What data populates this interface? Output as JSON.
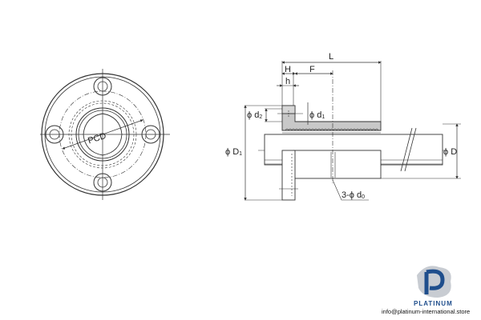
{
  "diagram": {
    "front_view": {
      "label": "PCD",
      "bolt_holes": 4
    },
    "side_view": {
      "dimensions": {
        "L": "L",
        "H": "H",
        "F": "F",
        "h": "h",
        "d2_prefix": "ϕ d",
        "d2_sub": "2",
        "d1_prefix": "ϕ d",
        "d1_sub": "1",
        "D1_main": "ϕ D",
        "D1_sub": "1",
        "D": "ϕ D",
        "d0_prefix": "3-ϕ d",
        "d0_sub": "0"
      }
    }
  },
  "logo": {
    "brand": "PLATINUM",
    "email": "info@platinum-international.store",
    "colors": {
      "primary": "#1f4e8c",
      "secondary": "#c8ccd2"
    }
  }
}
